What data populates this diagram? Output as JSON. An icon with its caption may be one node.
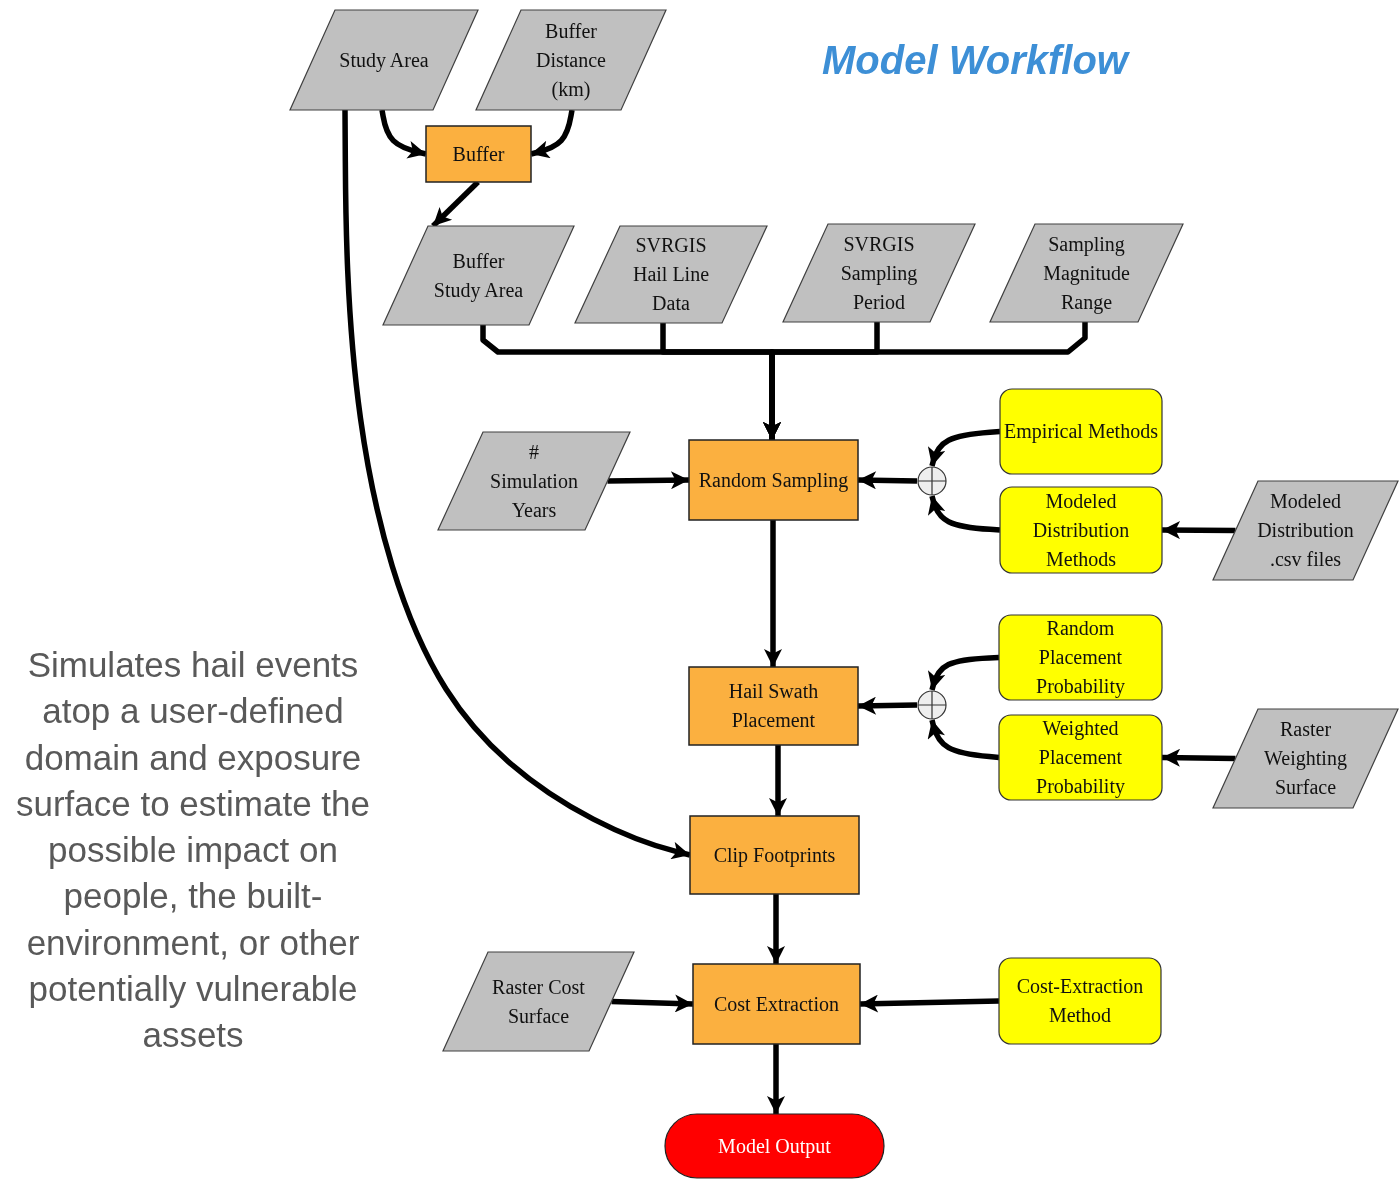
{
  "diagram": {
    "title": "Model Workflow",
    "nodes": [
      {
        "text": [
          "Study Area"
        ]
      },
      {
        "text": [
          "Buffer Distance (km)"
        ]
      },
      {
        "text": [
          "Buffer"
        ]
      },
      {
        "text": [
          "Buffer Study Area"
        ]
      },
      {
        "text": [
          "SVRGIS Hail Line Data"
        ]
      },
      {
        "text": [
          "SVRGIS Sampling Period"
        ]
      },
      {
        "text": [
          "Sampling Magnitude Range"
        ]
      },
      {
        "text": [
          "# Simulation Years"
        ]
      },
      {
        "text": [
          "Random Sampling"
        ]
      },
      {
        "text": [],
        "shape": "circle"
      },
      {
        "text": [
          "Empirical Methods"
        ]
      },
      {
        "text": [
          "Modeled Distribution Methods"
        ]
      },
      {
        "text": [
          "Modeled Distribution .csv files"
        ]
      },
      {
        "text": [
          "Hail Swath Placement"
        ]
      },
      {
        "text": [],
        "shape": "circle"
      },
      {
        "text": [
          "Random Placement Probability"
        ]
      },
      {
        "text": [
          "Weighted Placement Probability"
        ]
      },
      {
        "text": [
          "Raster Weighting Surface"
        ]
      },
      {
        "text": [
          "Clip Footprints"
        ]
      },
      {
        "text": [
          "Raster Cost Surface"
        ]
      },
      {
        "text": [
          "Cost Extraction"
        ]
      },
      {
        "text": [
          "Cost-Extraction Method"
        ]
      },
      {
        "text": [
          "Model Output"
        ]
      }
    ],
    "edges": [
      {
        "from": 0,
        "to": 2,
        "arrow": "to"
      },
      {
        "from": 1,
        "to": 2,
        "arrow": "to"
      },
      {
        "from": 2,
        "to": 3,
        "arrow": "to"
      },
      {
        "from": 3,
        "to": 8,
        "arrow": "to"
      },
      {
        "from": 4,
        "to": 8,
        "arrow": "to"
      },
      {
        "from": 5,
        "to": 8,
        "arrow": "to"
      },
      {
        "from": 6,
        "to": 8,
        "arrow": "to"
      },
      {
        "from": 7,
        "to": 8,
        "arrow": "to"
      },
      {
        "from": 10,
        "to": 9,
        "arrow": "to"
      },
      {
        "from": 11,
        "to": 9,
        "arrow": "to"
      },
      {
        "from": 9,
        "to": 8,
        "arrow": "to"
      },
      {
        "from": 12,
        "to": 11,
        "arrow": "to"
      },
      {
        "from": 8,
        "to": 13,
        "arrow": "to"
      },
      {
        "from": 15,
        "to": 14,
        "arrow": "to"
      },
      {
        "from": 16,
        "to": 14,
        "arrow": "to"
      },
      {
        "from": 14,
        "to": 13,
        "arrow": "to"
      },
      {
        "from": 17,
        "to": 16,
        "arrow": "to"
      },
      {
        "from": 13,
        "to": 18,
        "arrow": "to"
      },
      {
        "from": 0,
        "to": 18,
        "arrow": "to"
      },
      {
        "from": 18,
        "to": 20,
        "arrow": "to"
      },
      {
        "from": 19,
        "to": 20,
        "arrow": "to"
      },
      {
        "from": 21,
        "to": 20,
        "arrow": "to"
      },
      {
        "from": 20,
        "to": 22,
        "arrow": "to"
      }
    ],
    "labels": [
      "Simulates hail events atop a user-defined domain and exposure surface to estimate the possible impact on people, the built-environment, or other potentially vulnerable assets"
    ]
  }
}
